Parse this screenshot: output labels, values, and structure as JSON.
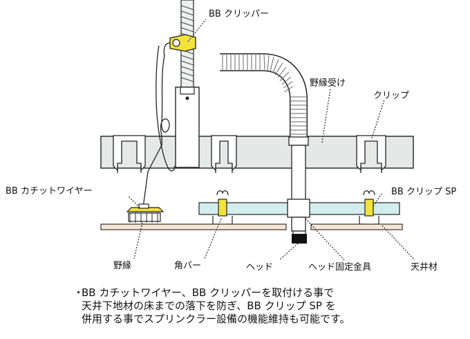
{
  "labels": {
    "bb_clipper": "BB クリッパー",
    "nobuchi_uke": "野縁受け",
    "clip": "クリップ",
    "bb_catch_wire": "BB カチットワイヤー",
    "bb_clip_sp": "BB クリップ SP",
    "nobuchi": "野縁",
    "kaku_bar": "角バー",
    "head": "ヘッド",
    "head_kotei_kanagu": "ヘッド固定金具",
    "tenjozai": "天井材"
  },
  "note": {
    "bullet": "・",
    "lines": [
      "BB カチットワイヤー、BB クリッパーを取付ける事で",
      "天井下地材の床までの落下を防ぎ、BB クリップ SP を",
      "併用する事でスプリンクラー設備の機能維持も可能です。"
    ]
  },
  "colors": {
    "channel": "#e6e8e7",
    "bar": "#d3ecee",
    "ceiling": "#f6e6d6",
    "clip_yellow": "#f2e23a",
    "head_black": "#111111"
  }
}
